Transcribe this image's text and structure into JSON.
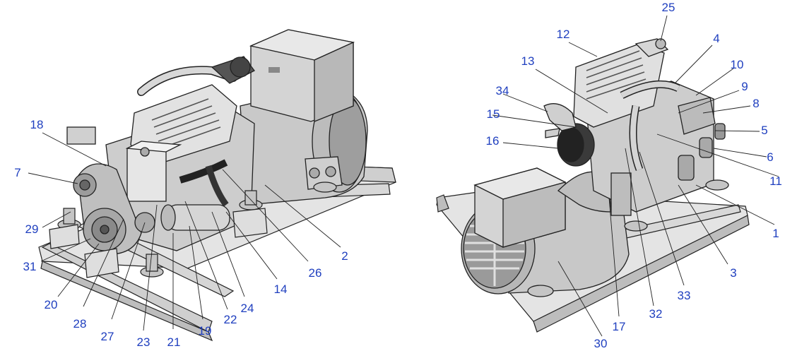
{
  "colors": {
    "callout": "#1f3fbf",
    "line": "#222222",
    "body_light": "#d9d9d9",
    "body_mid": "#b3b3b3",
    "body_dark": "#7a7a7a",
    "frame": "#c8c8c8"
  },
  "left_view": {
    "callouts": [
      "18",
      "7",
      "29",
      "31",
      "20",
      "28",
      "27",
      "23",
      "21",
      "19",
      "22",
      "24",
      "14",
      "26",
      "2"
    ]
  },
  "right_view": {
    "callouts": [
      "25",
      "12",
      "4",
      "10",
      "13",
      "34",
      "9",
      "15",
      "8",
      "5",
      "16",
      "6",
      "11",
      "1",
      "3",
      "33",
      "32",
      "17",
      "30"
    ]
  }
}
